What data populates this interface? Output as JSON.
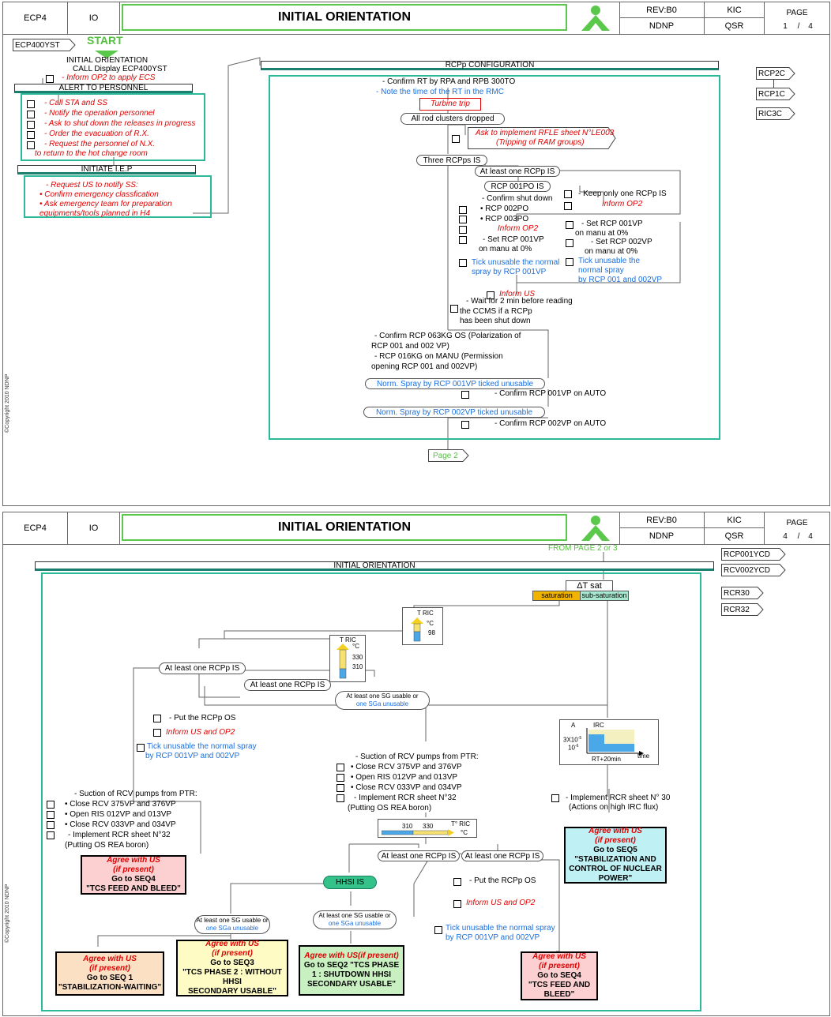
{
  "header": {
    "ecp": "ECP4",
    "io": "IO",
    "title": "INITIAL ORIENTATION",
    "rev": "REV:B0",
    "kic": "KIC",
    "ndnp": "NDNP",
    "qsr": "QSR",
    "page_label": "PAGE"
  },
  "colors": {
    "frame": "#2bb99a",
    "logo": "#5ac84a",
    "red": "#e00000",
    "blue": "#1a6fe0",
    "green": "#55c040"
  },
  "copyright": "©Copyright 2010 NDNP",
  "page1": {
    "page_num": "1",
    "page_total": "4",
    "entry_tag": "ECP400YST",
    "start": "START",
    "init_lines": [
      "INITIAL ORIENTATION",
      "CALL Display ECP400YST"
    ],
    "inform_ecs": "Inform OP2 to apply ECS",
    "alert_title": "ALERT TO PERSONNEL",
    "alert_items": [
      "Call STA and SS",
      "Notify the operation personnel",
      "Ask to shut down the releases in progress",
      "Order the evacuation of R.X.",
      "Request the personnel of N.X."
    ],
    "alert_tail": "to return to the hot change room",
    "iep_title": "INITIATE I.E.P",
    "iep_lines": [
      "Request US to notify SS:",
      "• Confirm emergency classfication",
      "• Ask emergency team for preparation",
      "equipments/tools planned in H4"
    ],
    "right_tags": [
      "RCP2C",
      "RCP1C",
      "RIC3C"
    ],
    "rcpp_title": "RCPp CONFIGURATION",
    "confirm_rt": "Confirm RT by RPA and RPB 300TO",
    "note_time": "Note the time of the RT in the RMC",
    "turbine_trip": "Turbine trip",
    "all_rod": "All rod clusters dropped",
    "rfle_lines": [
      "Ask to implement RFLE sheet N°LE003",
      "(Tripping of RAM groups)"
    ],
    "three_rcpps": "Three RCPps IS",
    "at_least_one": "At least one RCPp IS",
    "rcp001po": "RCP 001PO IS",
    "confirm_shut": "Confirm shut down",
    "rcp002po": "• RCP 002PO",
    "rcp003po": "• RCP 003PO",
    "inform_op2": "Inform OP2",
    "set_rcp001vp": "Set RCP 001VP",
    "manu0": "on manu at 0%",
    "tick_left_lines": [
      "Tick unusable the normal",
      "spray by RCP 001VP"
    ],
    "keep_only": "Keep only one RCPp IS",
    "set_rcp002vp": "Set RCP 002VP",
    "tick_right_lines": [
      "Tick unusable the",
      "normal spray",
      "by RCP 001 and 002VP"
    ],
    "inform_us": "Inform US",
    "wait_lines": [
      "Wait for 2 min before reading",
      "the CCMS if a RCPp",
      "has been shut down"
    ],
    "confirm063_lines": [
      "Confirm RCP 063KG OS (Polarization of",
      "RCP 001 and 002 VP)"
    ],
    "rcp016_lines": [
      "RCP 016KG on MANU (Permission",
      "opening RCP 001 and 002VP)"
    ],
    "norm001": "Norm. Spray by RCP 001VP ticked unusable",
    "confirm001auto": "Confirm RCP 001VP on AUTO",
    "norm002": "Norm. Spray by RCP 002VP ticked unusable",
    "confirm002auto": "Confirm RCP 002VP on AUTO",
    "page2": "Page 2"
  },
  "page4": {
    "page_num": "4",
    "page_total": "4",
    "from": "FROM PAGE 2 or 3",
    "io_title": "INITIAL ORIENTATION",
    "right_tags": [
      "RCP001YCD",
      "RCV002YCD",
      "RCR30",
      "RCR32"
    ],
    "delta_t": "ΔT sat",
    "saturation": "saturation",
    "sub_saturation": "sub-saturation",
    "tric_label": "T RIC",
    "deg_c": "°C",
    "t98": "98",
    "t330": "330",
    "t310": "310",
    "at_least_one": "At least one RCPp IS",
    "sg_usable": "At least one SG usable or",
    "sg_unusable": "one SGa unusable",
    "put_os": "Put the RCPp OS",
    "inform_us_op2": "Inform US and  OP2",
    "tick_lines": [
      "Tick unusable the normal spray",
      "by RCP 001VP and 002VP"
    ],
    "irc_a": "A",
    "irc": "IRC",
    "irc_3x": "3X10",
    "irc_10": "10",
    "irc_exp1": "-5",
    "irc_exp2": "-6",
    "irc_rt": "RT+20min",
    "irc_time": "time",
    "suction_title": "Suction of RCV pumps from PTR:",
    "suction_items": [
      "• Close RCV 375VP and 376VP",
      "• Open RIS 012VP and 013VP",
      "• Close RCV 033VP and 034VP",
      "Implement RCR sheet N°32"
    ],
    "putting_os": "(Putting OS REA boron)",
    "implement_rcr30": "Implement RCR sheet N° 30",
    "actions_irc": "(Actions on high IRC flux)",
    "agree": "Agree with US",
    "if_present": "(if present)",
    "seq5_lines": [
      "Go to SEQ5",
      "\"STABILIZATION AND",
      "CONTROL OF NUCLEAR",
      "POWER\""
    ],
    "seq4_lines": [
      "Go to SEQ4",
      "\"TCS FEED AND BLEED\""
    ],
    "seq4b_lines": [
      "Go to SEQ4",
      "\"TCS FEED AND",
      "BLEED\""
    ],
    "seq1_lines": [
      "Go to SEQ 1",
      "\"STABILIZATION-WAITING\""
    ],
    "seq3_lines": [
      "Go to SEQ3",
      "\"TCS PHASE 2 : WITHOUT",
      "HHSI",
      "SECONDARY USABLE\""
    ],
    "seq2_head": "Agree with US(if present)",
    "seq2_lines": [
      "Go to SEQ2 \"TCS PHASE",
      "1 : SHUTDOWN HHSI",
      "SECONDARY USABLE\""
    ],
    "hhsi": "HHSI IS",
    "tric2_label": "T° RIC"
  }
}
